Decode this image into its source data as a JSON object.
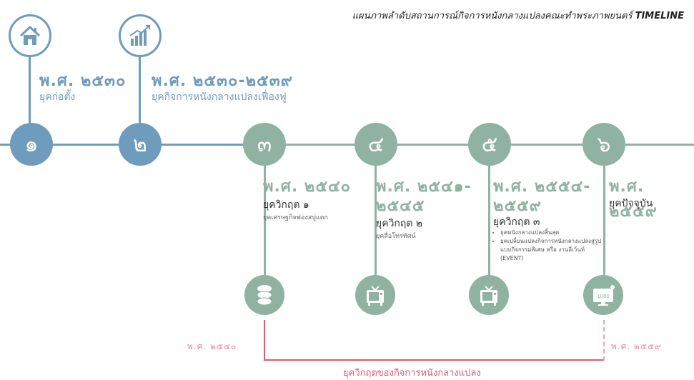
{
  "header": {
    "title_main": "แผนภาพลำดับสถานการณ์กิจการหนังกลางแปลงคณะทำพระภาพยนตร์",
    "title_suffix": "TIMELINE"
  },
  "eras": [
    {
      "number": "๑",
      "year": "พ.ศ. ๒๕๓๐",
      "name": "ยุคก่อตั้ง",
      "icon": "house-icon"
    },
    {
      "number": "๒",
      "year": "พ.ศ. ๒๕๓๐-๒๕๓๙",
      "name": "ยุคกิจการหนังกลางแปลงเฟื่องฟู",
      "icon": "growth-chart-icon"
    },
    {
      "number": "๓",
      "year": "พ.ศ. ๒๕๔๐",
      "name": "ยุควิกฤต ๑",
      "sub": "ยุคเศรษฐกิจฟองสบู่แตก",
      "icon": "coins-icon"
    },
    {
      "number": "๔",
      "year_line1": "พ.ศ. ๒๕๔๑-",
      "year_line2": "๒๕๔๕",
      "name": "ยุควิกฤต ๒",
      "sub": "ยุคสื่อโทรทัศน์",
      "icon": "tv-icon"
    },
    {
      "number": "๕",
      "year_line1": "พ.ศ. ๒๕๕๔-",
      "year_line2": "๒๕๕๙",
      "name": "ยุควิกฤต ๓",
      "bullets": [
        "ยุคหนังกลางแปลงสิ้นสุด",
        "ยุคเปลี่ยนแปลงกิจการหนังกลางแปลงสู่รูปแบบกิจกรรมพิเศษ หรือ งานอีเว้นท์ (EVENT)"
      ],
      "icon": "tv-icon"
    },
    {
      "number": "๖",
      "year": "พ.ศ. ๒๕๕๙",
      "name": "ยุคปัจจุบัน",
      "icon": "hd-tv-icon",
      "icon_text": "1080"
    }
  ],
  "crisis": {
    "start_year": "พ.ศ. ๒๕๔๐",
    "end_year": "พ.ศ. ๒๕๕๙",
    "label": "ยุควิกฤตของกิจการหนังกลางแปลง"
  },
  "colors": {
    "blue": "#6f9bbc",
    "green": "#8fb2a2",
    "pink": "#e05a6d"
  }
}
